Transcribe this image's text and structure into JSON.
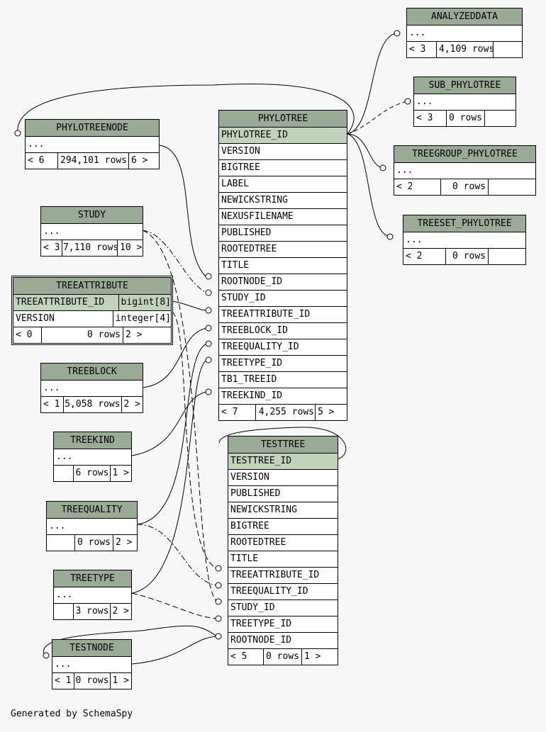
{
  "footer": "Generated by SchemaSpy",
  "tables": {
    "analyzeddata": {
      "title": "ANALYZEDDATA",
      "rows": [
        "..."
      ],
      "foot": [
        "< 3",
        "4,109 rows",
        ""
      ]
    },
    "sub_phylotree": {
      "title": "SUB_PHYLOTREE",
      "rows": [
        "..."
      ],
      "foot": [
        "< 3",
        "0 rows",
        ""
      ]
    },
    "treegroup_phylotree": {
      "title": "TREEGROUP_PHYLOTREE",
      "rows": [
        "..."
      ],
      "foot": [
        "< 2",
        "0 rows",
        ""
      ]
    },
    "treeset_phylotree": {
      "title": "TREESET_PHYLOTREE",
      "rows": [
        "..."
      ],
      "foot": [
        "< 2",
        "0 rows",
        ""
      ]
    },
    "phylotreenode": {
      "title": "PHYLOTREENODE",
      "rows": [
        "..."
      ],
      "foot": [
        "< 6",
        "294,101 rows",
        "6 >"
      ]
    },
    "study": {
      "title": "STUDY",
      "rows": [
        "..."
      ],
      "foot": [
        "< 3",
        "7,110 rows",
        "10 >"
      ]
    },
    "treeattribute": {
      "title": "TREEATTRIBUTE",
      "rows": [
        {
          "name": "TREEATTRIBUTE_ID",
          "type": "bigint[8]"
        },
        {
          "name": "VERSION",
          "type": "integer[4]"
        }
      ],
      "foot": [
        "< 0",
        "0 rows",
        "2 >"
      ]
    },
    "treeblock": {
      "title": "TREEBLOCK",
      "rows": [
        "..."
      ],
      "foot": [
        "< 1",
        "5,058 rows",
        "2 >"
      ]
    },
    "treekind": {
      "title": "TREEKIND",
      "rows": [
        "..."
      ],
      "foot": [
        "",
        "6 rows",
        "1 >"
      ]
    },
    "treequality": {
      "title": "TREEQUALITY",
      "rows": [
        "..."
      ],
      "foot": [
        "",
        "0 rows",
        "2 >"
      ]
    },
    "treetype": {
      "title": "TREETYPE",
      "rows": [
        "..."
      ],
      "foot": [
        "",
        "3 rows",
        "2 >"
      ]
    },
    "testnode": {
      "title": "TESTNODE",
      "rows": [
        "..."
      ],
      "foot": [
        "< 1",
        "0 rows",
        "1 >"
      ]
    },
    "phylotree": {
      "title": "PHYLOTREE",
      "rows": [
        "PHYLOTREE_ID",
        "VERSION",
        "BIGTREE",
        "LABEL",
        "NEWICKSTRING",
        "NEXUSFILENAME",
        "PUBLISHED",
        "ROOTEDTREE",
        "TITLE",
        "ROOTNODE_ID",
        "STUDY_ID",
        "TREEATTRIBUTE_ID",
        "TREEBLOCK_ID",
        "TREEQUALITY_ID",
        "TREETYPE_ID",
        "TB1_TREEID",
        "TREEKIND_ID"
      ],
      "foot": [
        "< 7",
        "4,255 rows",
        "5 >"
      ]
    },
    "testtree": {
      "title": "TESTTREE",
      "rows": [
        "TESTTREE_ID",
        "VERSION",
        "PUBLISHED",
        "NEWICKSTRING",
        "BIGTREE",
        "ROOTEDTREE",
        "TITLE",
        "TREEATTRIBUTE_ID",
        "TREEQUALITY_ID",
        "STUDY_ID",
        "TREETYPE_ID",
        "ROOTNODE_ID"
      ],
      "foot": [
        "< 5",
        "0 rows",
        "1 >"
      ]
    }
  },
  "colors": {
    "header": "#9aab95",
    "primary_key": "#bfd4ba",
    "background": "#f7f7f7"
  }
}
